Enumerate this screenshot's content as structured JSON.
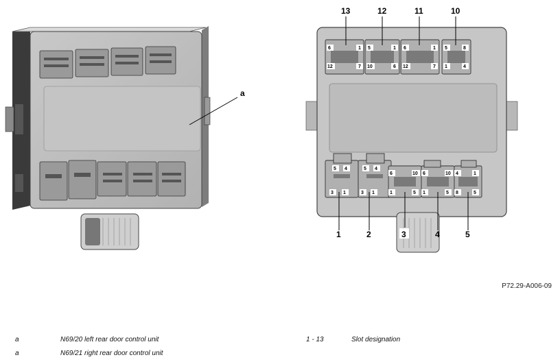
{
  "diagram": {
    "callout_a": "a",
    "slots": [
      "13",
      "12",
      "11",
      "10",
      "1",
      "2",
      "3",
      "4",
      "5"
    ],
    "pins_top": {
      "c13": [
        "6",
        "1",
        "12",
        "7"
      ],
      "c12": [
        "5",
        "1",
        "10",
        "6"
      ],
      "c11": [
        "6",
        "1",
        "12",
        "7"
      ],
      "c10": [
        "5",
        "8",
        "1",
        "4"
      ]
    },
    "pins_bottom": {
      "c1": [
        "5",
        "4",
        "3",
        "1"
      ],
      "c2": [
        "5",
        "4",
        "3",
        "1"
      ],
      "c3": [
        "6",
        "10",
        "1",
        "5"
      ],
      "c4": [
        "6",
        "10",
        "1",
        "5"
      ],
      "c5": [
        "4",
        "1",
        "8",
        "5"
      ]
    }
  },
  "figure_ref": "P72.29-A006-09",
  "legend": [
    {
      "key": "a",
      "text": "N69/20 left rear door control unit"
    },
    {
      "key": "a",
      "text": "N69/21 right rear door control unit"
    },
    {
      "key": "1 - 13",
      "text": "Slot designation"
    }
  ]
}
